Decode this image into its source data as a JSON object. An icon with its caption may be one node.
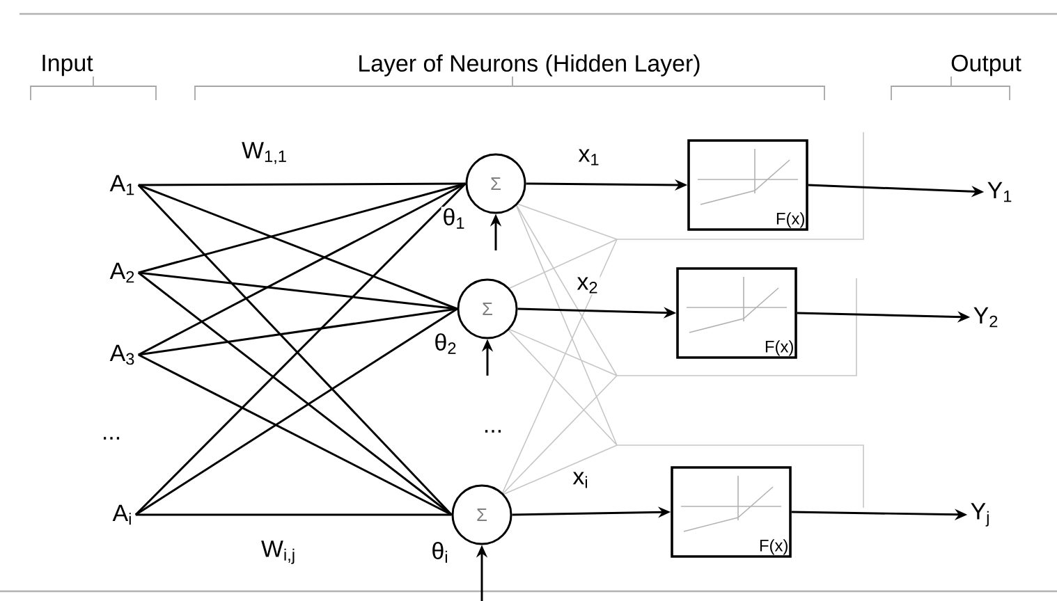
{
  "diagram": {
    "nodes": [
      {
        "text": [
          "A$_{1}$"
        ]
      },
      {
        "text": [
          "A$_{2}$"
        ]
      },
      {
        "text": [
          "A$_{3}$"
        ]
      },
      {
        "text": [
          "A$_{i}$"
        ]
      },
      {
        "text": [
          "Σ"
        ]
      },
      {
        "text": [
          "Σ"
        ]
      },
      {
        "text": [
          "Σ"
        ]
      },
      {
        "text": [
          "F(x)"
        ]
      },
      {
        "text": [
          "F(x)"
        ]
      },
      {
        "text": [
          "F(x)"
        ]
      },
      {
        "text": [
          "Y$_{1}$"
        ]
      },
      {
        "text": [
          "Y$_{2}$"
        ]
      },
      {
        "text": [
          "Y$_{j}$"
        ]
      }
    ],
    "edges": [
      {
        "from": 0,
        "to": 4,
        "arrow": "none",
        "label": "W$_{1,1}$"
      },
      {
        "from": 0,
        "to": 5,
        "arrow": "none"
      },
      {
        "from": 0,
        "to": 6,
        "arrow": "none"
      },
      {
        "from": 1,
        "to": 4,
        "arrow": "none"
      },
      {
        "from": 1,
        "to": 5,
        "arrow": "none"
      },
      {
        "from": 1,
        "to": 6,
        "arrow": "none"
      },
      {
        "from": 2,
        "to": 4,
        "arrow": "none"
      },
      {
        "from": 2,
        "to": 5,
        "arrow": "none"
      },
      {
        "from": 2,
        "to": 6,
        "arrow": "none"
      },
      {
        "from": 3,
        "to": 4,
        "arrow": "none"
      },
      {
        "from": 3,
        "to": 5,
        "arrow": "none"
      },
      {
        "from": 3,
        "to": 6,
        "arrow": "none",
        "label": "W$_{i,j}$"
      },
      {
        "from": null,
        "to": 4,
        "arrow": "to",
        "label": "θ$_{1}$"
      },
      {
        "from": null,
        "to": 5,
        "arrow": "to",
        "label": "θ$_{2}$"
      },
      {
        "from": null,
        "to": 6,
        "arrow": "to",
        "label": "θ$_{i}$"
      },
      {
        "from": 4,
        "to": 7,
        "arrow": "to",
        "label": "x$_{1}$"
      },
      {
        "from": 5,
        "to": 8,
        "arrow": "to",
        "label": "x$_{2}$"
      },
      {
        "from": 6,
        "to": 9,
        "arrow": "to",
        "label": "x$_{i}$"
      },
      {
        "from": 7,
        "to": 10,
        "arrow": "to"
      },
      {
        "from": 8,
        "to": 11,
        "arrow": "to"
      },
      {
        "from": 9,
        "to": 12,
        "arrow": "to"
      }
    ],
    "labels": [
      "Input",
      "Layer of Neurons (Hidden Layer)",
      "Output",
      "...",
      "..."
    ]
  }
}
